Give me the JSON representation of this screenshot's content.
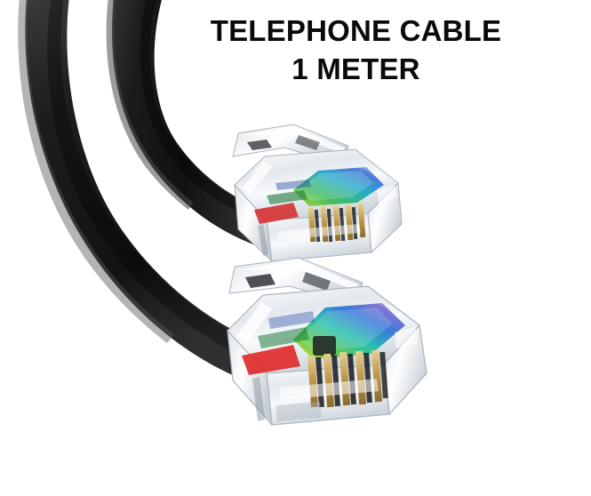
{
  "product": {
    "title_line_1": "TELEPHONE CABLE",
    "title_line_2": "1 METER",
    "background_color": "#ffffff",
    "text_color": "#0a0a0a"
  },
  "scene": {
    "description": "Product photo of a black flat telephone cable with two transparent crystal RJ11 modular connectors",
    "cables": [
      {
        "name": "upper-cable",
        "color": "#1a1a1a",
        "highlight_color": "#6a6a6a",
        "shape": "arc curving from top-left edge down and right to upper connector"
      },
      {
        "name": "lower-cable",
        "color": "#1f1f1f",
        "highlight_color": "#7a7a7a",
        "shape": "arc curving from top-left edge down and right to lower connector"
      }
    ],
    "connectors": [
      {
        "name": "upper-connector",
        "type": "RJ11 modular plug",
        "housing": "transparent crystal",
        "housing_color": "#e9edf0",
        "top_band_colors": [
          "#9ad12e",
          "#2fb85a",
          "#17a6c4",
          "#2f6fd6"
        ],
        "pin_color": "#c8a24a",
        "wire_colors": [
          "#d43232",
          "#1f7a3a",
          "#2a4fa8"
        ]
      },
      {
        "name": "lower-connector",
        "type": "RJ11 modular plug",
        "housing": "transparent crystal",
        "housing_color": "#eef1f4",
        "top_band_colors": [
          "#d9e03a",
          "#46c23f",
          "#1fb9b0",
          "#2f74d8",
          "#7b6fd0"
        ],
        "pin_color": "#c6a04b",
        "wire_colors": [
          "#e02b2b",
          "#1f7a3a",
          "#2a4fa8"
        ]
      }
    ]
  }
}
